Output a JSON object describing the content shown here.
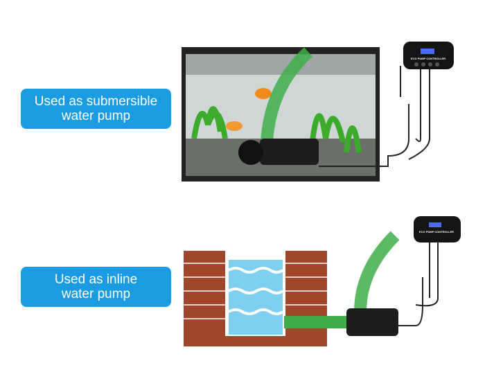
{
  "usage_1": {
    "line1": "Used as submersible",
    "line2": "water pump"
  },
  "usage_2": {
    "line1": "Used as inline",
    "line2": "water pump"
  },
  "controller_label": "ECO PUMP CONTROLLER",
  "colors": {
    "label_bg": "#1b9ce2",
    "brick": "#a0462a",
    "water": "#7fd0ee"
  }
}
